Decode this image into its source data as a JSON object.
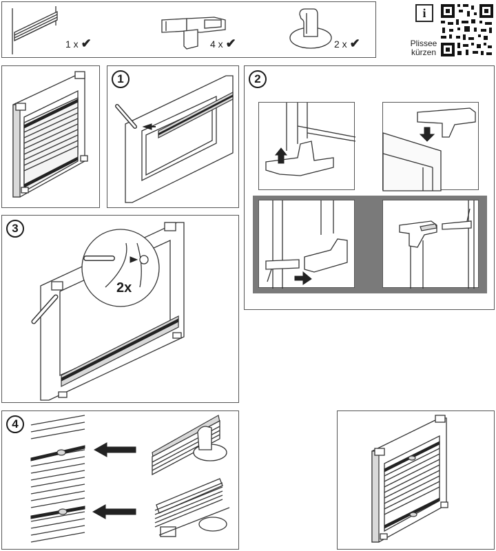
{
  "parts": [
    {
      "icon": "plisse-blind-icon",
      "quantity": "1 x",
      "check": "✔"
    },
    {
      "icon": "clamp-bracket-icon",
      "quantity": "4 x",
      "check": "✔"
    },
    {
      "icon": "tension-clip-icon",
      "quantity": "2 x",
      "check": "✔"
    }
  ],
  "info": {
    "symbol": "i",
    "qr_label_line1": "Plissee",
    "qr_label_line2": "kürzen"
  },
  "steps": {
    "s1": "1",
    "s2": "2",
    "s3": "3",
    "s4": "4"
  },
  "step3_detail": {
    "count": "2x"
  }
}
